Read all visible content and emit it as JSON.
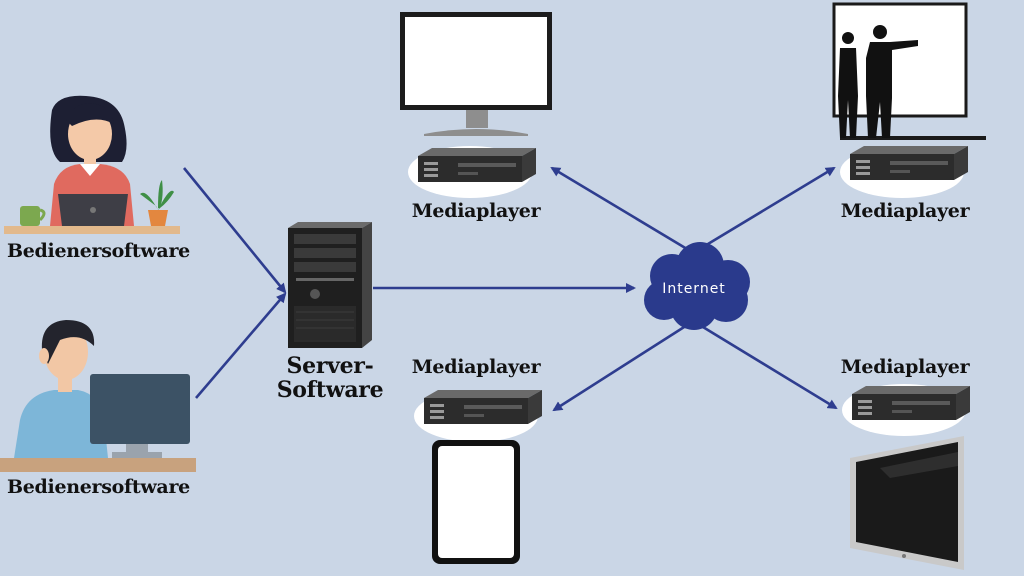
{
  "colors": {
    "background": "#cad6e6",
    "arrow": "#2e3d8f",
    "cloud": "#2a3a8c",
    "device_dark": "#2b2b2b"
  },
  "operators": [
    {
      "label": "Bedienersoftware",
      "icon": "woman-laptop-icon"
    },
    {
      "label": "Bedienersoftware",
      "icon": "man-monitor-icon"
    }
  ],
  "server": {
    "label_line1": "Server-",
    "label_line2": "Software",
    "icon": "server-tower-icon"
  },
  "network": {
    "label": "Internet",
    "icon": "cloud-icon"
  },
  "players": [
    {
      "label": "Mediaplayer",
      "display": "monitor-icon"
    },
    {
      "label": "Mediaplayer",
      "display": "presentation-screen-icon"
    },
    {
      "label": "Mediaplayer",
      "display": "tablet-icon"
    },
    {
      "label": "Mediaplayer",
      "display": "tv-screen-icon"
    }
  ]
}
